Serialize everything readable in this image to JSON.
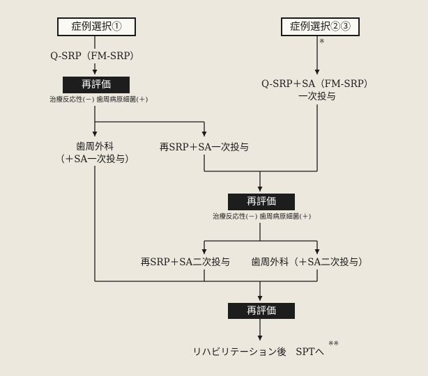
{
  "boxes": {
    "case_1": "症例選択①",
    "case_23": "症例選択②③",
    "reeval_1": "再評価",
    "reeval_2": "再評価",
    "reeval_3": "再評価"
  },
  "marks": {
    "note_single": "※",
    "note_double": "※※"
  },
  "labels": {
    "qsrp": "Q-SRP（FM-SRP）",
    "cond_1": "治療反応性(－) 歯周病原細菌(＋)",
    "cond_2": "治療反応性(－) 歯周病原細菌(＋)",
    "qsrp_sa_line1": "Q-SRP＋SA（FM-SRP）",
    "qsrp_sa_line2": "一次投与",
    "surgery_line1": "歯周外科",
    "surgery_line2": "（＋SA一次投与）",
    "re_srp_sa_1": "再SRP＋SA一次投与",
    "re_srp_sa_2": "再SRP＋SA二次投与",
    "surgery_sa_2": "歯周外科（＋SA二次投与）",
    "final": "リハビリテーション後　SPTへ"
  }
}
